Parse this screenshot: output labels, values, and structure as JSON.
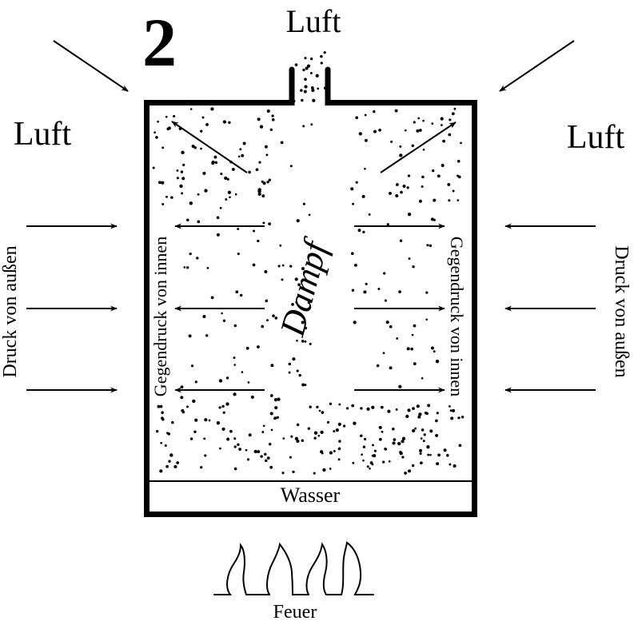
{
  "figure": {
    "number": "2",
    "labels": {
      "air_top": "Luft",
      "air_left": "Luft",
      "air_right": "Luft",
      "pressure_outside_left": "Druck von außen",
      "pressure_outside_right": "Druck von außen",
      "counterpressure_inside_left": "Gegendruck von innen",
      "counterpressure_inside_right": "Gegendruck von innen",
      "steam": "Dampf",
      "water": "Wasser",
      "fire": "Feuer"
    },
    "arrows": {
      "outside_pressure_per_side": 3,
      "inside_counterpressure_per_side": 3,
      "steam_diagonal": 2,
      "air_diagonal": 2
    },
    "flames": 4,
    "colors": {
      "ink": "#000000",
      "background": "#ffffff"
    }
  }
}
